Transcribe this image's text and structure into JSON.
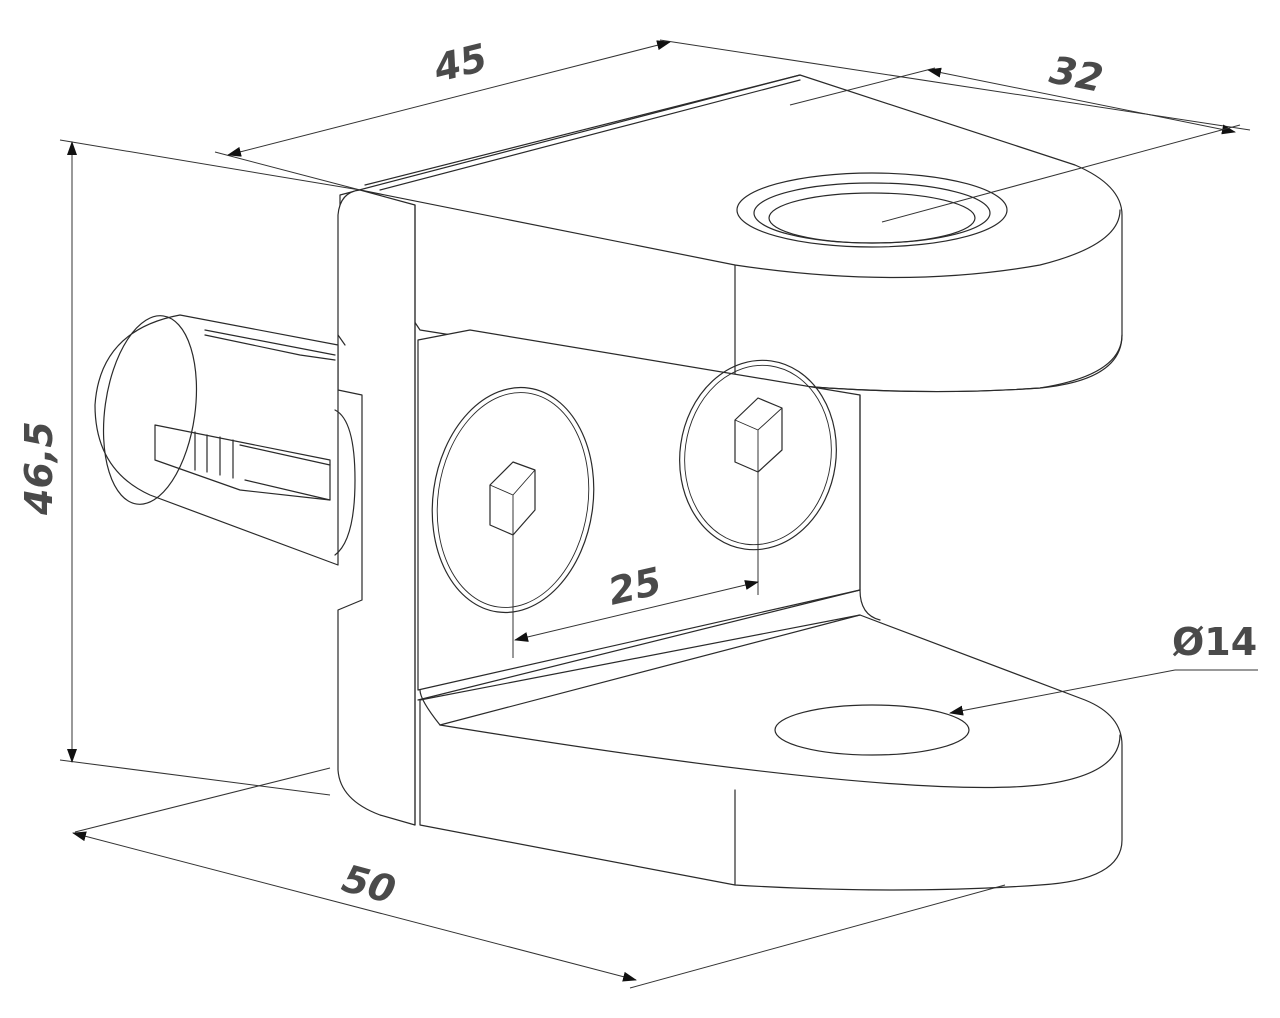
{
  "dimensions": {
    "width_top": "45",
    "depth_top": "32",
    "height": "46,5",
    "base_width": "50",
    "hole_spacing": "25",
    "hole_diameter": "Ø14"
  },
  "colors": {
    "line": "#2a2a2a",
    "text": "#4a4a4a",
    "background": "#ffffff"
  }
}
